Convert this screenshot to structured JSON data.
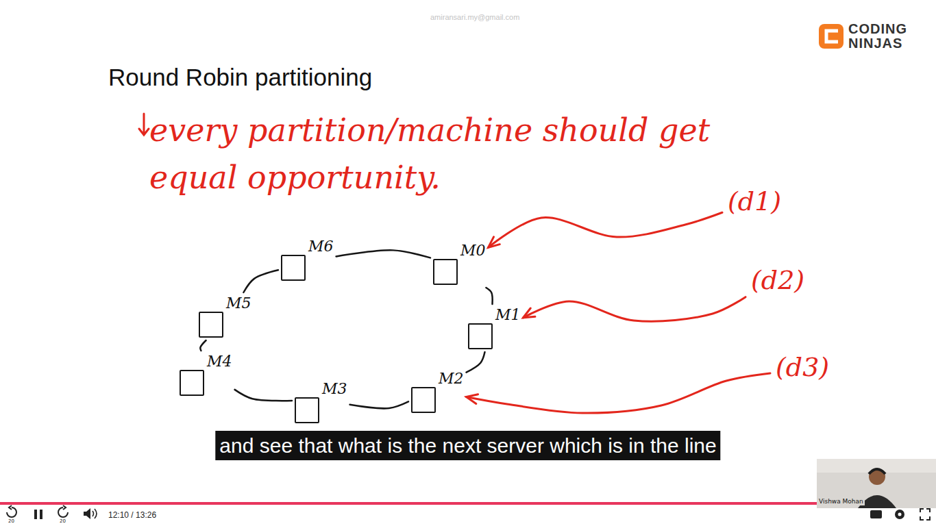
{
  "diagram": {
    "title": "Round Robin partitioning",
    "nodes": [
      {
        "text": [
          "M0"
        ]
      },
      {
        "text": [
          "M1"
        ]
      },
      {
        "text": [
          "M2"
        ]
      },
      {
        "text": [
          "M3"
        ]
      },
      {
        "text": [
          "M4"
        ]
      },
      {
        "text": [
          "M5"
        ]
      },
      {
        "text": [
          "M6"
        ]
      },
      {
        "text": [
          "(d1)"
        ]
      },
      {
        "text": [
          "(d2)"
        ]
      },
      {
        "text": [
          "(d3)"
        ]
      }
    ],
    "edges": [
      {
        "from": 7,
        "to": 0,
        "arrow": "to"
      },
      {
        "from": 8,
        "to": 1,
        "arrow": "to"
      },
      {
        "from": 9,
        "to": 2,
        "arrow": "to"
      },
      {
        "from": 6,
        "to": 0,
        "arrow": "none"
      },
      {
        "from": 0,
        "to": 1,
        "arrow": "none"
      },
      {
        "from": 1,
        "to": 2,
        "arrow": "none"
      },
      {
        "from": 2,
        "to": 3,
        "arrow": "none"
      },
      {
        "from": 3,
        "to": 4,
        "arrow": "none"
      },
      {
        "from": 4,
        "to": 5,
        "arrow": "none"
      },
      {
        "from": 5,
        "to": 6,
        "arrow": "none"
      }
    ],
    "labels": [
      "every partition/machine should get equal opportunity.",
      "CODING NINJAS",
      "amiransari.my@gmail.com",
      "and see that what is the next server which is in the line",
      "12:10 / 13:26",
      "20",
      "20",
      "Vishwa Mohan"
    ]
  }
}
